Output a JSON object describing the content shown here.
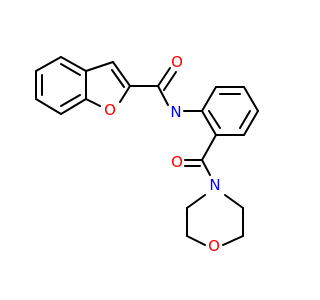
{
  "molecule": {
    "atoms": [
      {
        "id": "o-amide",
        "symbol": "O",
        "color": "#ff0000"
      },
      {
        "id": "n-amide",
        "symbol": "N",
        "color": "#0000ff"
      },
      {
        "id": "o-furan",
        "symbol": "O",
        "color": "#ff0000"
      },
      {
        "id": "o-ketone",
        "symbol": "O",
        "color": "#ff0000"
      },
      {
        "id": "n-morpholine",
        "symbol": "N",
        "color": "#0000ff"
      },
      {
        "id": "o-morpholine",
        "symbol": "O",
        "color": "#ff0000"
      }
    ],
    "bond_color": "#000000",
    "nitrogen_color": "#0000ff",
    "oxygen_color": "#ff0000"
  }
}
